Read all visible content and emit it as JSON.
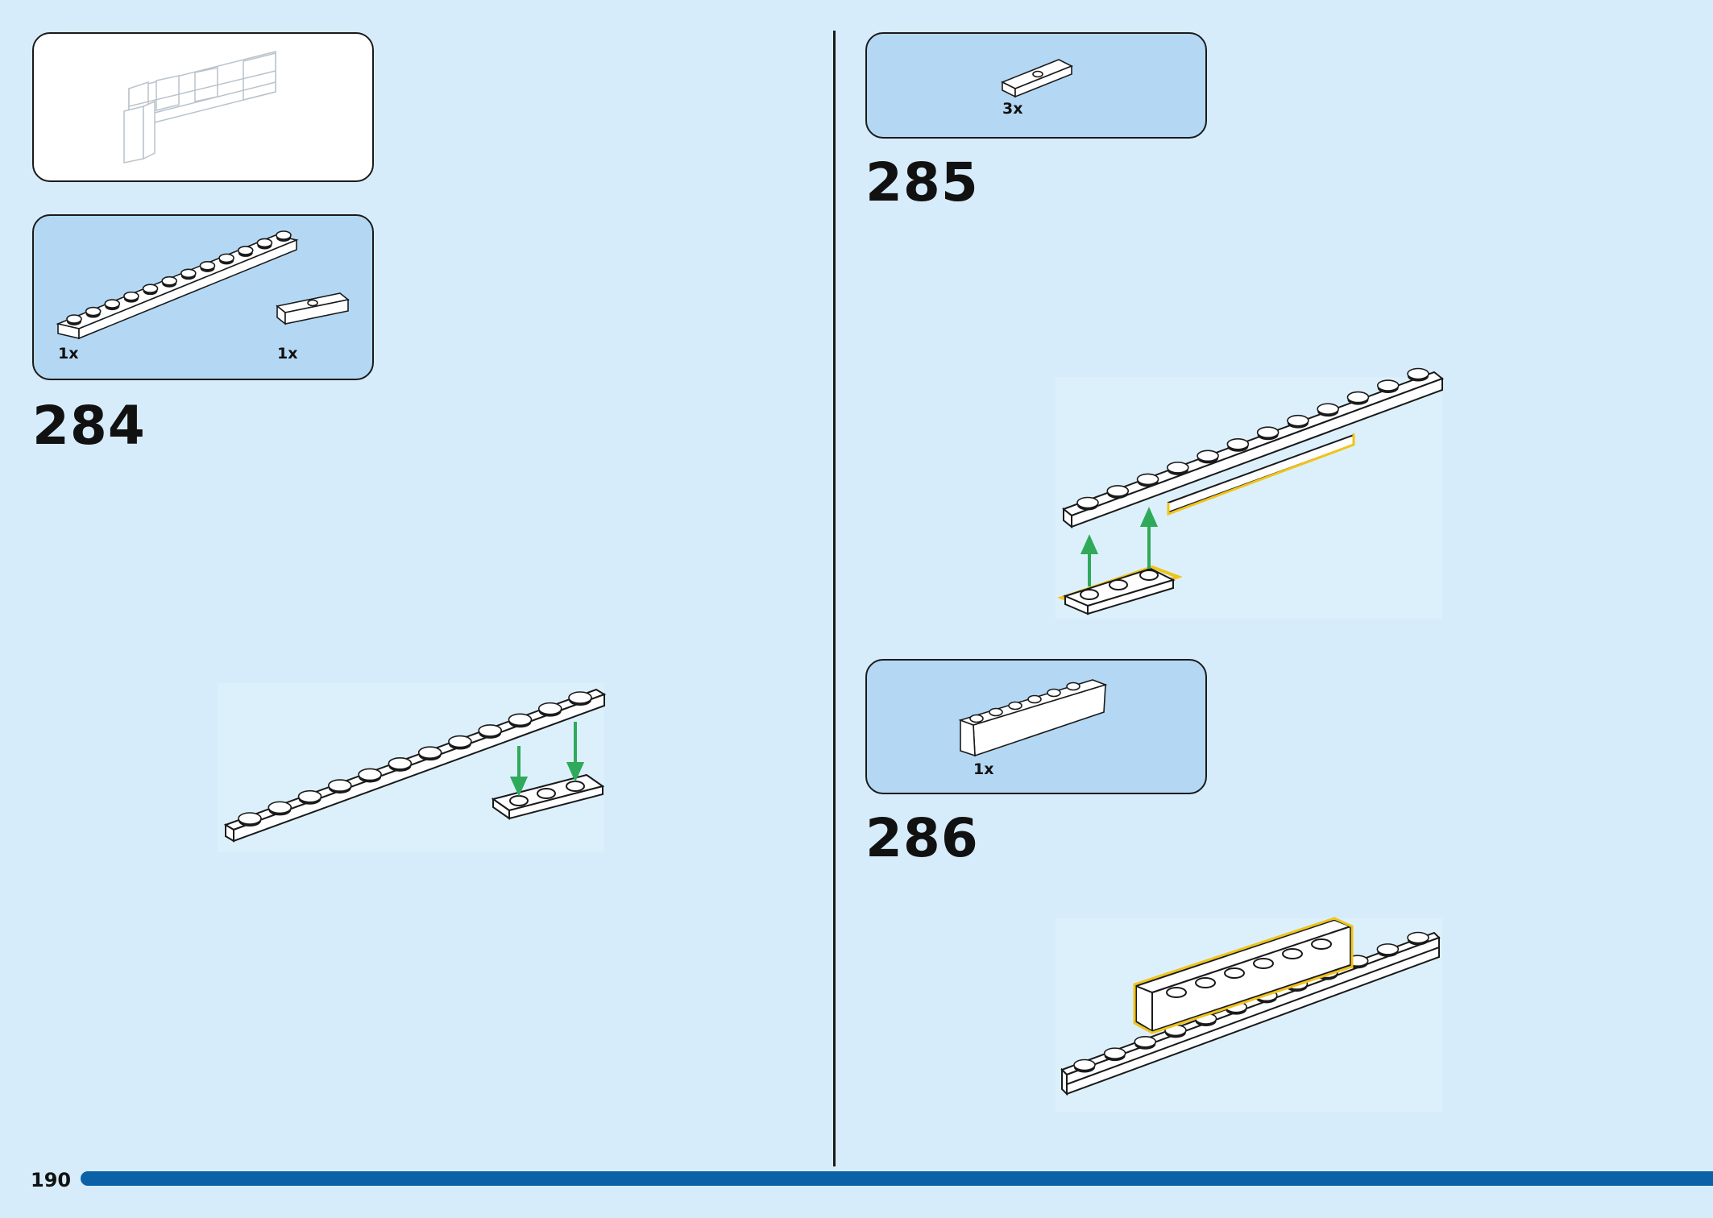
{
  "page": {
    "number": "190",
    "progress": 1.0
  },
  "colors": {
    "background": "#d6ecfa",
    "callout": "#b4d8f4",
    "progress_bar": "#0b61a8",
    "highlight": "#f0c419",
    "arrow": "#2faa5a"
  },
  "steps": [
    {
      "number": "284",
      "parts": [
        {
          "qty": "1x",
          "part": "plate-1x12"
        },
        {
          "qty": "1x",
          "part": "tile-1x3-stud"
        }
      ]
    },
    {
      "number": "285",
      "parts": [
        {
          "qty": "3x",
          "part": "tile-1x3-stud"
        }
      ]
    },
    {
      "number": "286",
      "parts": [
        {
          "qty": "1x",
          "part": "brick-1x6"
        }
      ]
    }
  ]
}
